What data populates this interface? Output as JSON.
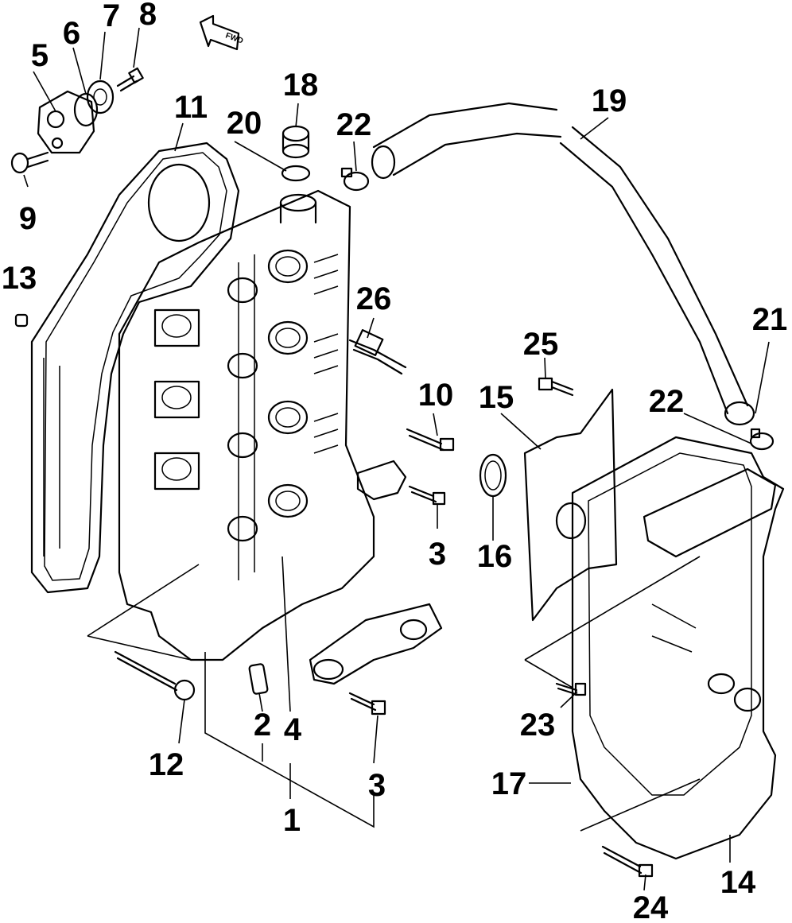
{
  "diagram": {
    "callouts": [
      "1",
      "2",
      "3",
      "3",
      "4",
      "5",
      "6",
      "7",
      "8",
      "9",
      "10",
      "11",
      "12",
      "13",
      "14",
      "15",
      "16",
      "17",
      "18",
      "19",
      "20",
      "21",
      "22",
      "22",
      "23",
      "24",
      "25",
      "26"
    ],
    "front_arrow_text": "FWD"
  }
}
